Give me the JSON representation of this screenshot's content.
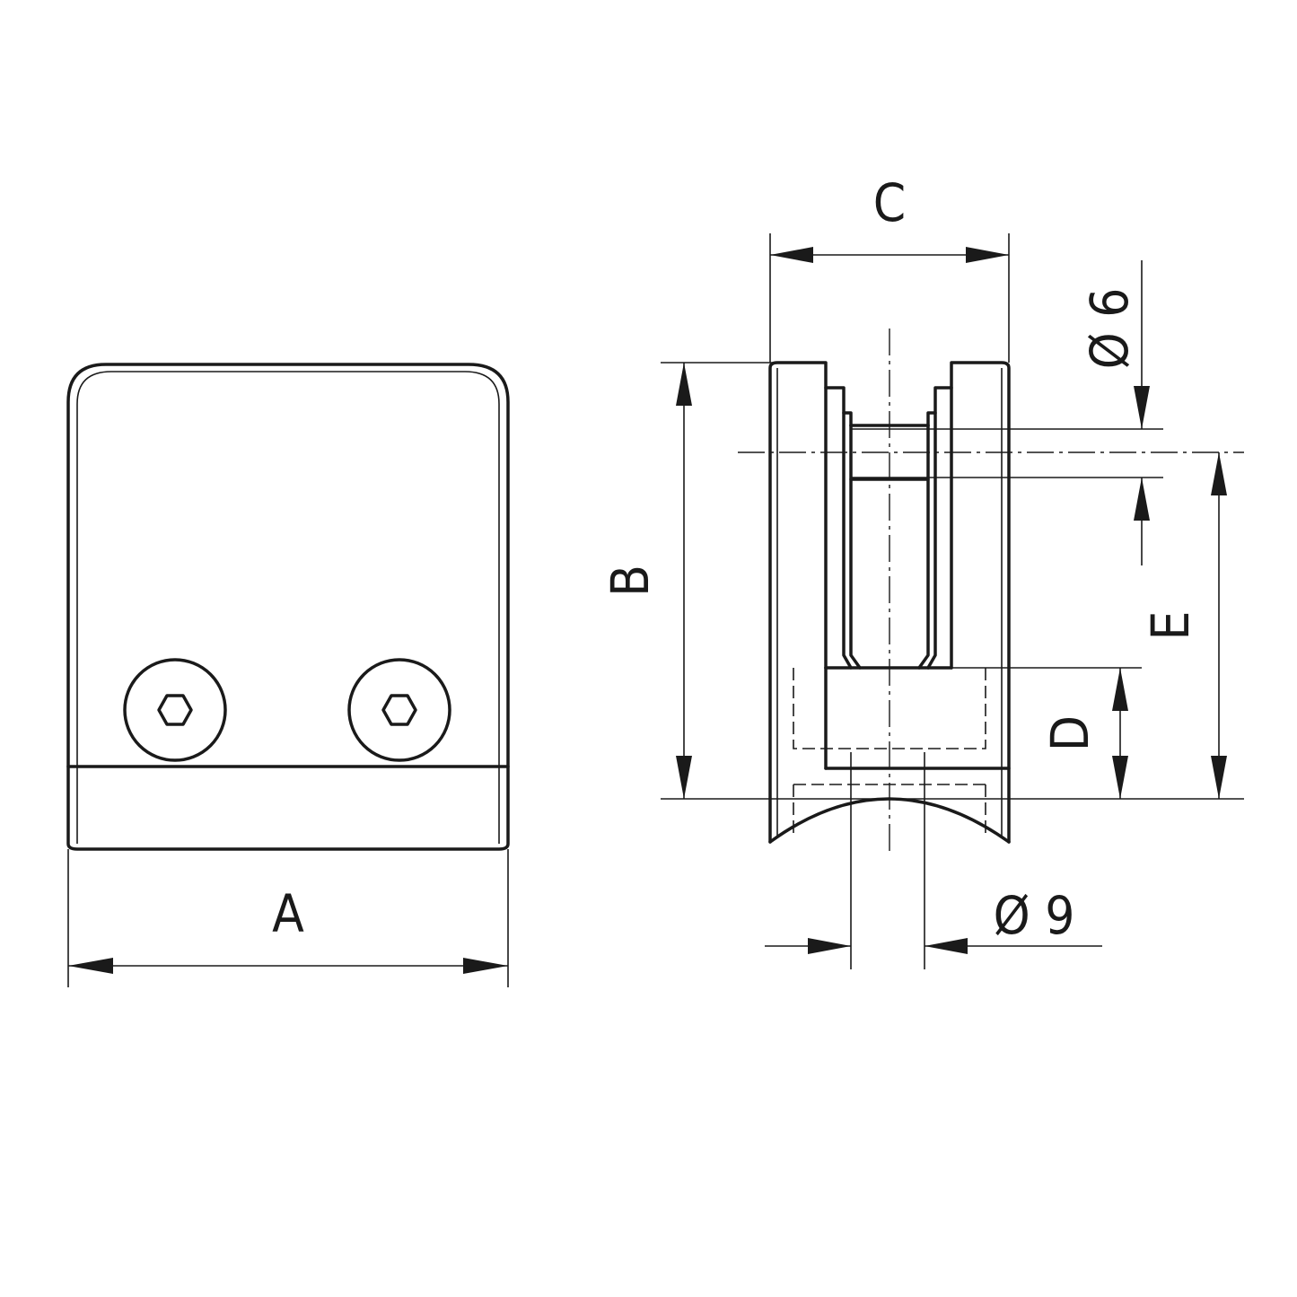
{
  "dimensions": {
    "a": "A",
    "b": "B",
    "c": "C",
    "d": "D",
    "e": "E",
    "hole_diameter": "Ø 6",
    "slot_diameter": "Ø 9"
  }
}
